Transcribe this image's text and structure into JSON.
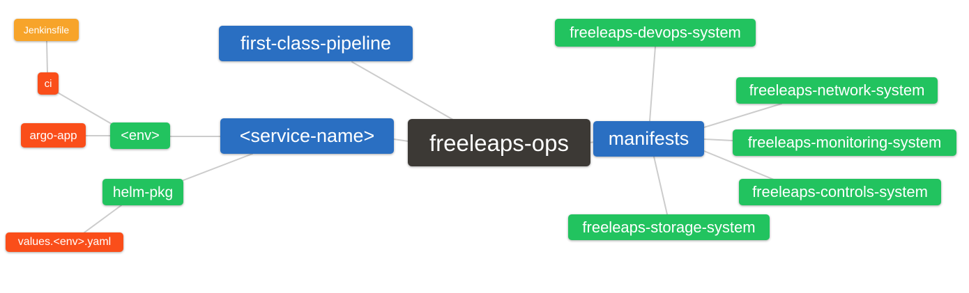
{
  "palette": {
    "branch_blue": "#2A6FC2",
    "branch_green": "#22C35F",
    "branch_red": "#FA4E1A",
    "branch_orange": "#F7A42A",
    "root_dark": "#3C3935",
    "edge_gray": "#CCCCCC",
    "node_text": "#FFFFFF",
    "background": "#FFFFFF"
  },
  "nodes": {
    "root": {
      "label": "freeleaps-ops",
      "color": "#3C3935"
    },
    "first_class_pipeline": {
      "label": "first-class-pipeline",
      "color": "#2A6FC2"
    },
    "service_name": {
      "label": "<service-name>",
      "color": "#2A6FC2"
    },
    "manifests": {
      "label": "manifests",
      "color": "#2A6FC2"
    },
    "env": {
      "label": "<env>",
      "color": "#22C35F"
    },
    "helm_pkg": {
      "label": "helm-pkg",
      "color": "#22C35F"
    },
    "ci": {
      "label": "ci",
      "color": "#FA4E1A"
    },
    "argo_app": {
      "label": "argo-app",
      "color": "#FA4E1A"
    },
    "values_env_yaml": {
      "label": "values.<env>.yaml",
      "color": "#FA4E1A"
    },
    "jenkinsfile": {
      "label": "Jenkinsfile",
      "color": "#F7A42A"
    },
    "devops_system": {
      "label": "freeleaps-devops-system",
      "color": "#22C35F"
    },
    "network_system": {
      "label": "freeleaps-network-system",
      "color": "#22C35F"
    },
    "monitoring_system": {
      "label": "freeleaps-monitoring-system",
      "color": "#22C35F"
    },
    "controls_system": {
      "label": "freeleaps-controls-system",
      "color": "#22C35F"
    },
    "storage_system": {
      "label": "freeleaps-storage-system",
      "color": "#22C35F"
    }
  },
  "edges": [
    {
      "from": "jenkinsfile",
      "to": "ci"
    },
    {
      "from": "ci",
      "to": "env"
    },
    {
      "from": "argo_app",
      "to": "env"
    },
    {
      "from": "env",
      "to": "service_name"
    },
    {
      "from": "helm_pkg",
      "to": "service_name"
    },
    {
      "from": "values_env_yaml",
      "to": "helm_pkg"
    },
    {
      "from": "first_class_pipeline",
      "to": "root"
    },
    {
      "from": "service_name",
      "to": "root"
    },
    {
      "from": "root",
      "to": "manifests"
    },
    {
      "from": "manifests",
      "to": "devops_system"
    },
    {
      "from": "manifests",
      "to": "network_system"
    },
    {
      "from": "manifests",
      "to": "monitoring_system"
    },
    {
      "from": "manifests",
      "to": "controls_system"
    },
    {
      "from": "manifests",
      "to": "storage_system"
    }
  ]
}
